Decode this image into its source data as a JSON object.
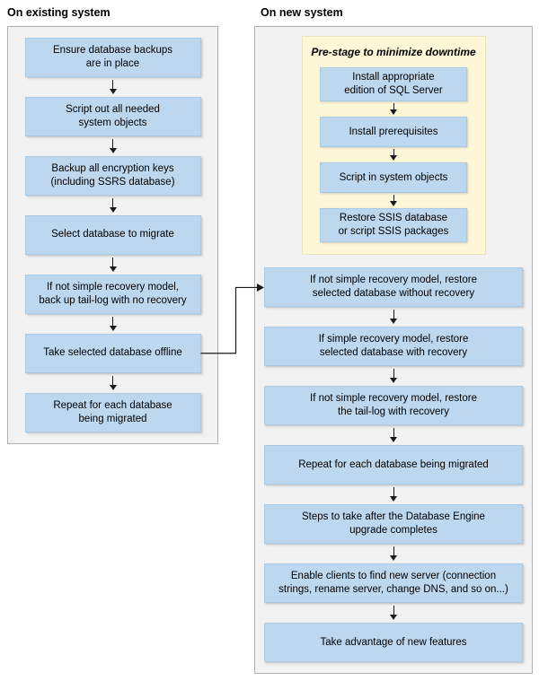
{
  "left": {
    "header": "On existing system",
    "steps": [
      "Ensure database backups\nare in place",
      "Script out all needed\nsystem objects",
      "Backup all encryption keys\n(including SSRS database)",
      "Select database to migrate",
      "If not simple recovery model,\nback up tail-log with no recovery",
      "Take selected database offline",
      "Repeat for each database\nbeing migrated"
    ]
  },
  "right": {
    "header": "On new system",
    "prestage": {
      "title": "Pre-stage to minimize downtime",
      "steps": [
        "Install appropriate\nedition of SQL Server",
        "Install prerequisites",
        "Script in system objects",
        "Restore SSIS database\nor script SSIS packages"
      ]
    },
    "steps": [
      "If not simple recovery model, restore\nselected database without recovery",
      "If simple recovery model, restore\nselected database with recovery",
      "If not simple recovery model, restore\nthe tail-log with recovery",
      "Repeat for each database being migrated",
      "Steps to take after the Database Engine\nupgrade completes",
      "Enable clients to find new server (connection\nstrings, rename server, change DNS, and so on...)",
      "Take advantage of new features"
    ]
  },
  "colors": {
    "step-fill": "#bdd7ee",
    "step-border": "#aacbe6",
    "prestage-fill": "#fdf6d7",
    "prestage-border": "#e9e3bd",
    "panel-fill": "#f2f2f2",
    "panel-border": "#b0b0b0",
    "arrow-color": "#1a1a1a",
    "text-color": "#000000"
  }
}
